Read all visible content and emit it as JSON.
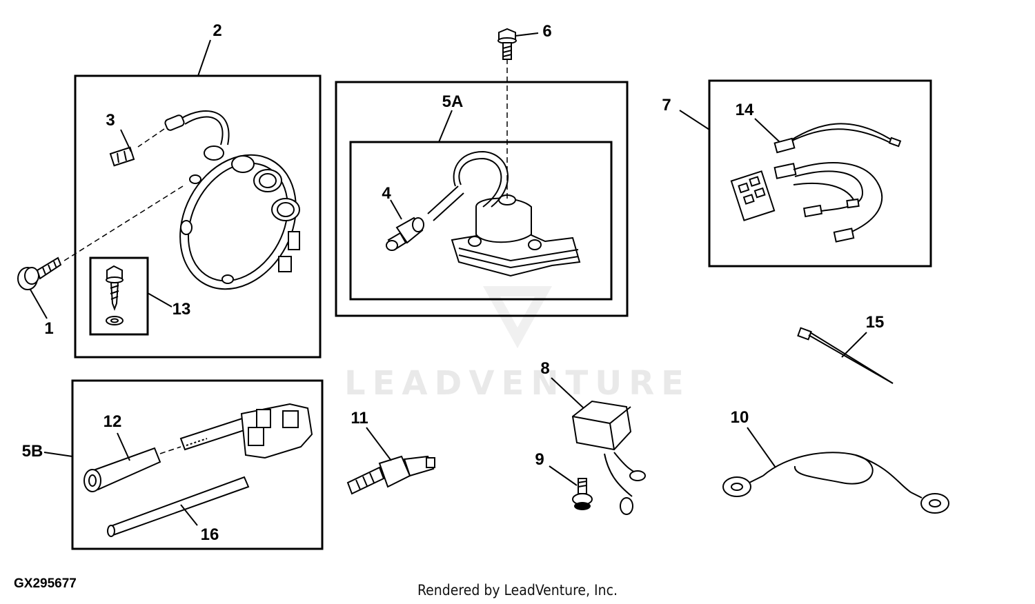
{
  "figure_id": "GX295677",
  "footer_text": "Rendered by LeadVenture, Inc.",
  "watermark_text": "LEADVENTURE",
  "callouts": {
    "c1": "1",
    "c2": "2",
    "c3": "3",
    "c4": "4",
    "c5A": "5A",
    "c5B": "5B",
    "c6": "6",
    "c7": "7",
    "c8": "8",
    "c9": "9",
    "c10": "10",
    "c11": "11",
    "c12": "12",
    "c13": "13",
    "c14": "14",
    "c15": "15",
    "c16": "16"
  }
}
